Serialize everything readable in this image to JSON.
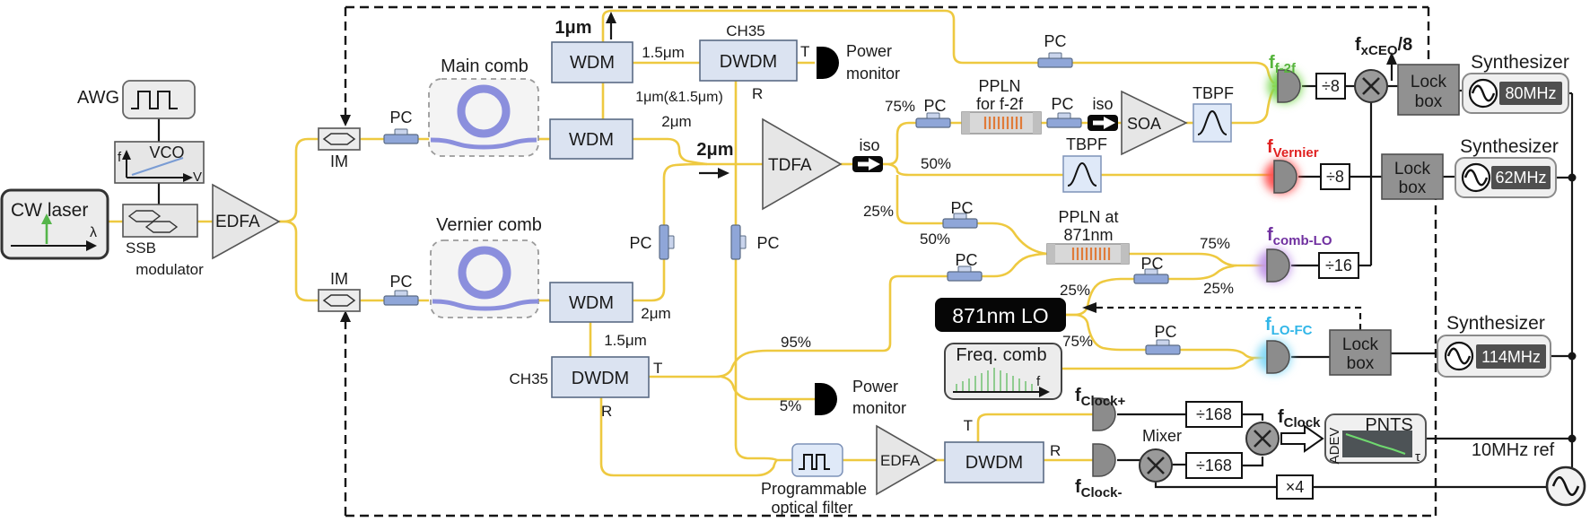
{
  "colors": {
    "fiber": "#eec940",
    "f_f2f": "#56b43c",
    "f_vernier": "#e02020",
    "f_comb_lo": "#7030a0",
    "f_lo_fc": "#31b6e8",
    "ring": "#8b8fdd",
    "comb_teeth": "#86c986"
  },
  "labels": {
    "awg": "AWG",
    "vco": "VCO",
    "vco_f": "f",
    "vco_v": "V",
    "cw_laser": "CW laser",
    "lambda": "λ",
    "ssb1": "SSB",
    "ssb2": "modulator",
    "edfa": "EDFA",
    "tdfa": "TDFA",
    "soa": "SOA",
    "im": "IM",
    "pc": "PC",
    "iso": "iso",
    "tbpf": "TBPF",
    "main_comb": "Main comb",
    "vernier_comb": "Vernier comb",
    "wdm": "WDM",
    "dwdm": "DWDM",
    "ch35": "CH35",
    "t": "T",
    "r": "R",
    "um1": "1μm",
    "um15": "1.5μm",
    "um2": "2μm",
    "um1and15": "1μm(&1.5μm)",
    "power": "Power",
    "monitor": "monitor",
    "ppln1": "PPLN",
    "ppln2": "for f-2f",
    "ppln871a": "PPLN at",
    "ppln871b": "871nm",
    "pct75": "75%",
    "pct50": "50%",
    "pct25": "25%",
    "pct95": "95%",
    "pct5": "5%",
    "lo871": "871nm LO",
    "freq_comb": "Freq. comb",
    "axis_f": "f",
    "div8": "÷8",
    "div16": "÷16",
    "div168": "÷168",
    "x4": "×4",
    "lock1": "Lock",
    "lock2": "box",
    "synthesizer": "Synthesizer",
    "mhz80": "80MHz",
    "mhz62": "62MHz",
    "mhz114": "114MHz",
    "mixer": "Mixer",
    "pnts": "PNTS",
    "adev": "ADEV",
    "tau": "τ",
    "ref10": "10MHz ref",
    "prog1": "Programmable",
    "prog2": "optical filter"
  },
  "flabels": {
    "f2f": {
      "b": "f",
      "s": "f-2f"
    },
    "vern": {
      "b": "f",
      "s": "Vernier"
    },
    "comblo": {
      "b": "f",
      "s": "comb-LO"
    },
    "lofc": {
      "b": "f",
      "s": "LO-FC"
    },
    "clkp": {
      "b": "f",
      "s": "Clock+"
    },
    "clkm": {
      "b": "f",
      "s": "Clock-"
    },
    "clk": {
      "b": "f",
      "s": "Clock"
    },
    "xceo": {
      "b": "f",
      "s": "xCEO",
      "x": "/8"
    }
  }
}
